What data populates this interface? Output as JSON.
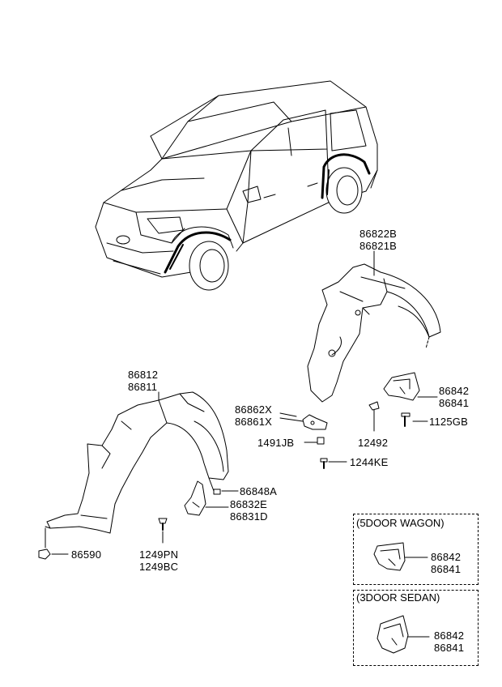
{
  "labels": {
    "rear_guard_left": "86822B",
    "rear_guard_right": "86821B",
    "front_guard_left": "86812",
    "front_guard_right": "86811",
    "bracket_left": "86862X",
    "bracket_right": "86861X",
    "mudguard_rear_left": "86842",
    "mudguard_rear_right": "86841",
    "screw_1125": "1125GB",
    "clip_12492": "12492",
    "bolt_1491": "1491JB",
    "screw_1244": "1244KE",
    "nut_86848": "86848A",
    "mudguard_front_left": "86832E",
    "mudguard_front_right": "86831D",
    "screw_1249pn": "1249PN",
    "screw_1249bc": "1249BC",
    "clip_86590": "86590"
  },
  "variant_boxes": {
    "wagon": {
      "title": "(5DOOR WAGON)",
      "left": "86842",
      "right": "86841"
    },
    "sedan": {
      "title": "(3DOOR SEDAN)",
      "left": "86842",
      "right": "86841"
    }
  }
}
